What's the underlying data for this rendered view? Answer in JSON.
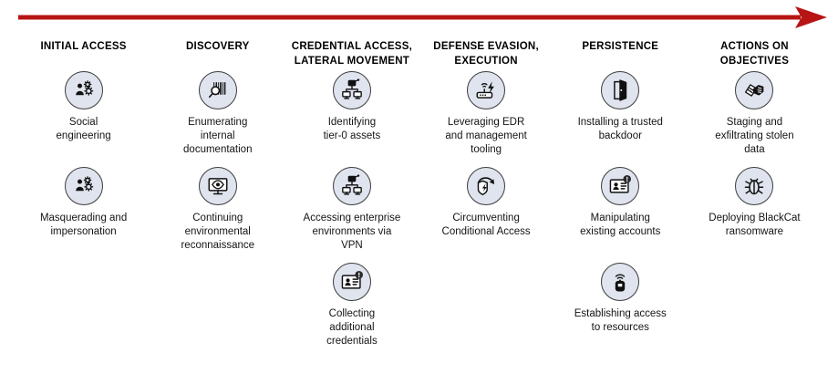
{
  "diagram": {
    "title_arrow": {
      "name": "attack-progression-arrow",
      "color": "#b81414",
      "direction": "left-to-right"
    },
    "columns": [
      {
        "id": "initial-access",
        "title": "INITIAL ACCESS",
        "items": [
          {
            "label": "Social\nengineering",
            "icon": "person-gears-icon"
          },
          {
            "label": "Masquerading and\nimpersonation",
            "icon": "person-gears-icon"
          }
        ]
      },
      {
        "id": "discovery",
        "title": "DISCOVERY",
        "items": [
          {
            "label": "Enumerating\ninternal\ndocumentation",
            "icon": "barcode-magnifier-icon"
          },
          {
            "label": "Continuing\nenvironmental\nreconnaissance",
            "icon": "monitor-eye-icon"
          }
        ]
      },
      {
        "id": "credential-access-lateral-movement",
        "title": "CREDENTIAL ACCESS,\nLATERAL MOVEMENT",
        "items": [
          {
            "label": "Identifying\ntier-0 assets",
            "icon": "network-topology-icon"
          },
          {
            "label": "Accessing enterprise\nenvironments via\nVPN",
            "icon": "network-topology-icon"
          },
          {
            "label": "Collecting\nadditional\ncredentials",
            "icon": "id-badge-alert-icon"
          }
        ]
      },
      {
        "id": "defense-evasion-execution",
        "title": "DEFENSE EVASION,\nEXECUTION",
        "items": [
          {
            "label": "Leveraging EDR\nand management\ntooling",
            "icon": "router-bolt-icon"
          },
          {
            "label": "Circumventing\nConditional Access",
            "icon": "shield-bolt-bypass-icon"
          }
        ]
      },
      {
        "id": "persistence",
        "title": "PERSISTENCE",
        "items": [
          {
            "label": "Installing a trusted\nbackdoor",
            "icon": "open-door-icon"
          },
          {
            "label": "Manipulating\nexisting accounts",
            "icon": "id-badge-alert-icon"
          },
          {
            "label": "Establishing access\nto resources",
            "icon": "wireless-device-icon"
          }
        ]
      },
      {
        "id": "actions-on-objectives",
        "title": "ACTIONS ON\nOBJECTIVES",
        "items": [
          {
            "label": "Staging and\nexfiltrating stolen\ndata",
            "icon": "hand-grab-documents-icon"
          },
          {
            "label": "Deploying BlackCat\nransomware",
            "icon": "bug-icon"
          }
        ]
      }
    ]
  },
  "colors": {
    "arrow": "#b81414",
    "icon_fill": "#dfe4ee",
    "icon_stroke": "#3c3c3c",
    "text": "#141414",
    "background": "#ffffff"
  }
}
